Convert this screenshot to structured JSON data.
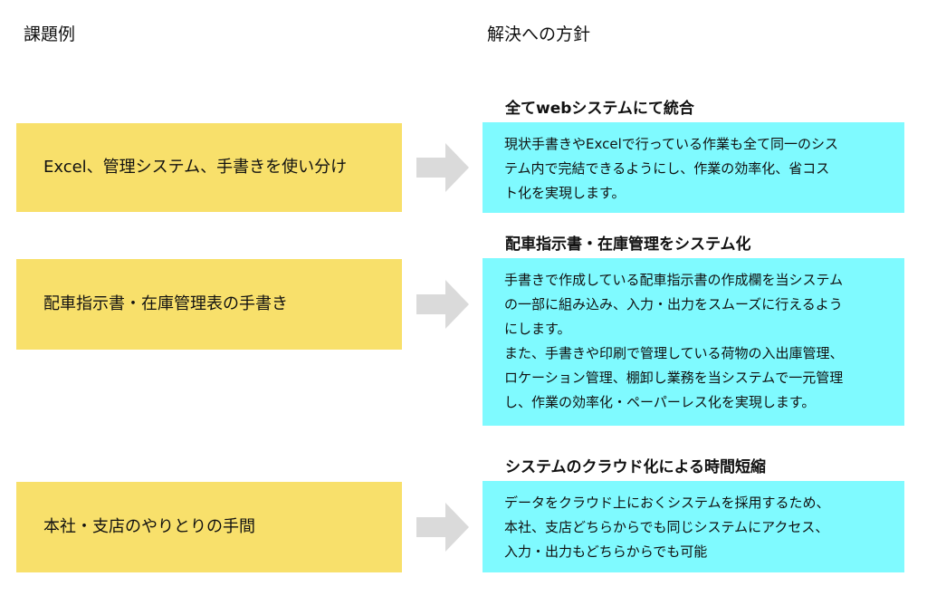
{
  "headers": {
    "issues": "課題例",
    "solutions": "解決への方針"
  },
  "rows": [
    {
      "issue": "Excel、管理システム、手書きを使い分け",
      "solution_title": "全てwebシステムにて統合",
      "solution_lines": [
        "現状手書きやExcelで行っている作業も全て同一のシス",
        "テム内で完結できるようにし、作業の効率化、省コス",
        "ト化を実現します。"
      ]
    },
    {
      "issue": "配車指示書・在庫管理表の手書き",
      "solution_title": "配車指示書・在庫管理をシステム化",
      "solution_lines": [
        "手書きで作成している配車指示書の作成欄を当システム",
        "の一部に組み込み、入力・出力をスムーズに行えるよう",
        "にします。",
        "また、手書きや印刷で管理している荷物の入出庫管理、",
        "ロケーション管理、棚卸し業務を当システムで一元管理",
        "し、作業の効率化・ペーパーレス化を実現します。"
      ]
    },
    {
      "issue": "本社・支店のやりとりの手間",
      "solution_title": "システムのクラウド化による時間短縮",
      "solution_lines": [
        "データをクラウド上におくシステムを採用するため、",
        "本社、支店どちらからでも同じシステムにアクセス、",
        "入力・出力もどちらからでも可能"
      ]
    }
  ],
  "colors": {
    "issue_box": "#f8e06b",
    "solution_box": "#7ffaff",
    "arrow": "#dadada"
  },
  "icons": {
    "arrow": "right-arrow-icon"
  }
}
